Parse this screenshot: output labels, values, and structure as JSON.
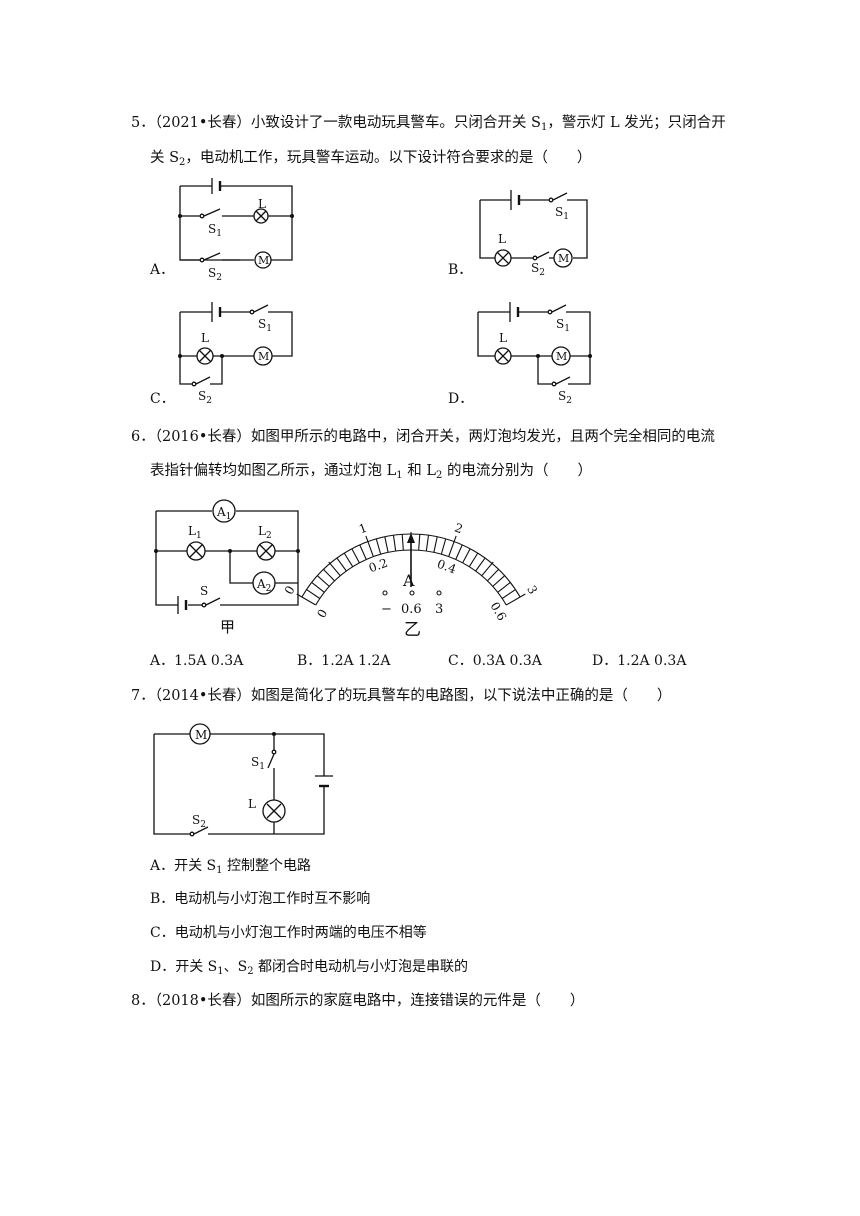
{
  "q5": {
    "line1": "5．（2021•长春）小致设计了一款电动玩具警车。只闭合开关 S",
    "line1_sub": "1",
    "line1_rest": "，警示灯 L 发光；只闭合开",
    "line2": "关 S",
    "line2_sub": "2",
    "line2_rest": "，电动机工作，玩具警车运动。以下设计符合要求的是（　　）",
    "options": [
      "A．",
      "B．",
      "C．",
      "D．"
    ]
  },
  "q6": {
    "line1": "6．（2016•长春）如图甲所示的电路中，闭合开关，两灯泡均发光，且两个完全相同的电流",
    "line2a": "表指针偏转均如图乙所示，通过灯泡 L",
    "line2b": "1",
    "line2c": " 和 L",
    "line2d": "2",
    "line2e": " 的电流分别为（　　）",
    "fig_jia": "甲",
    "fig_yi": "乙",
    "meter_top": [
      "0",
      "1",
      "2",
      "3"
    ],
    "meter_bottom": [
      "0",
      "0.2",
      "0.4",
      "0.6"
    ],
    "meter_unit": "A",
    "terminals": [
      "−",
      "0.6",
      "3"
    ],
    "options": [
      "A．1.5A 0.3A",
      "B．1.2A 1.2A",
      "C．0.3A 0.3A",
      "D．1.2A 0.3A"
    ]
  },
  "q7": {
    "line1": "7．（2014•长春）如图是简化了的玩具警车的电路图，以下说法中正确的是（　　）",
    "optA_pre": "A．开关 S",
    "optA_sub": "1",
    "optA_post": " 控制整个电路",
    "optB": "B．电动机与小灯泡工作时互不影响",
    "optC": "C．电动机与小灯泡工作时两端的电压不相等",
    "optD_pre": "D．开关 S",
    "optD_sub1": "1",
    "optD_mid": "、S",
    "optD_sub2": "2",
    "optD_post": " 都闭合时电动机与小灯泡是串联的"
  },
  "q8": {
    "line1": "8．（2018•长春）如图所示的家庭电路中，连接错误的元件是（　　）"
  },
  "symbols": {
    "lamp": "L",
    "motor": "M",
    "s1": "S",
    "s1_sub": "1",
    "s2": "S",
    "s2_sub": "2",
    "switch": "S",
    "ammeter": "A",
    "a1_sub": "1",
    "a2_sub": "2",
    "l1": "L",
    "l1_sub": "1",
    "l2": "L",
    "l2_sub": "2"
  }
}
